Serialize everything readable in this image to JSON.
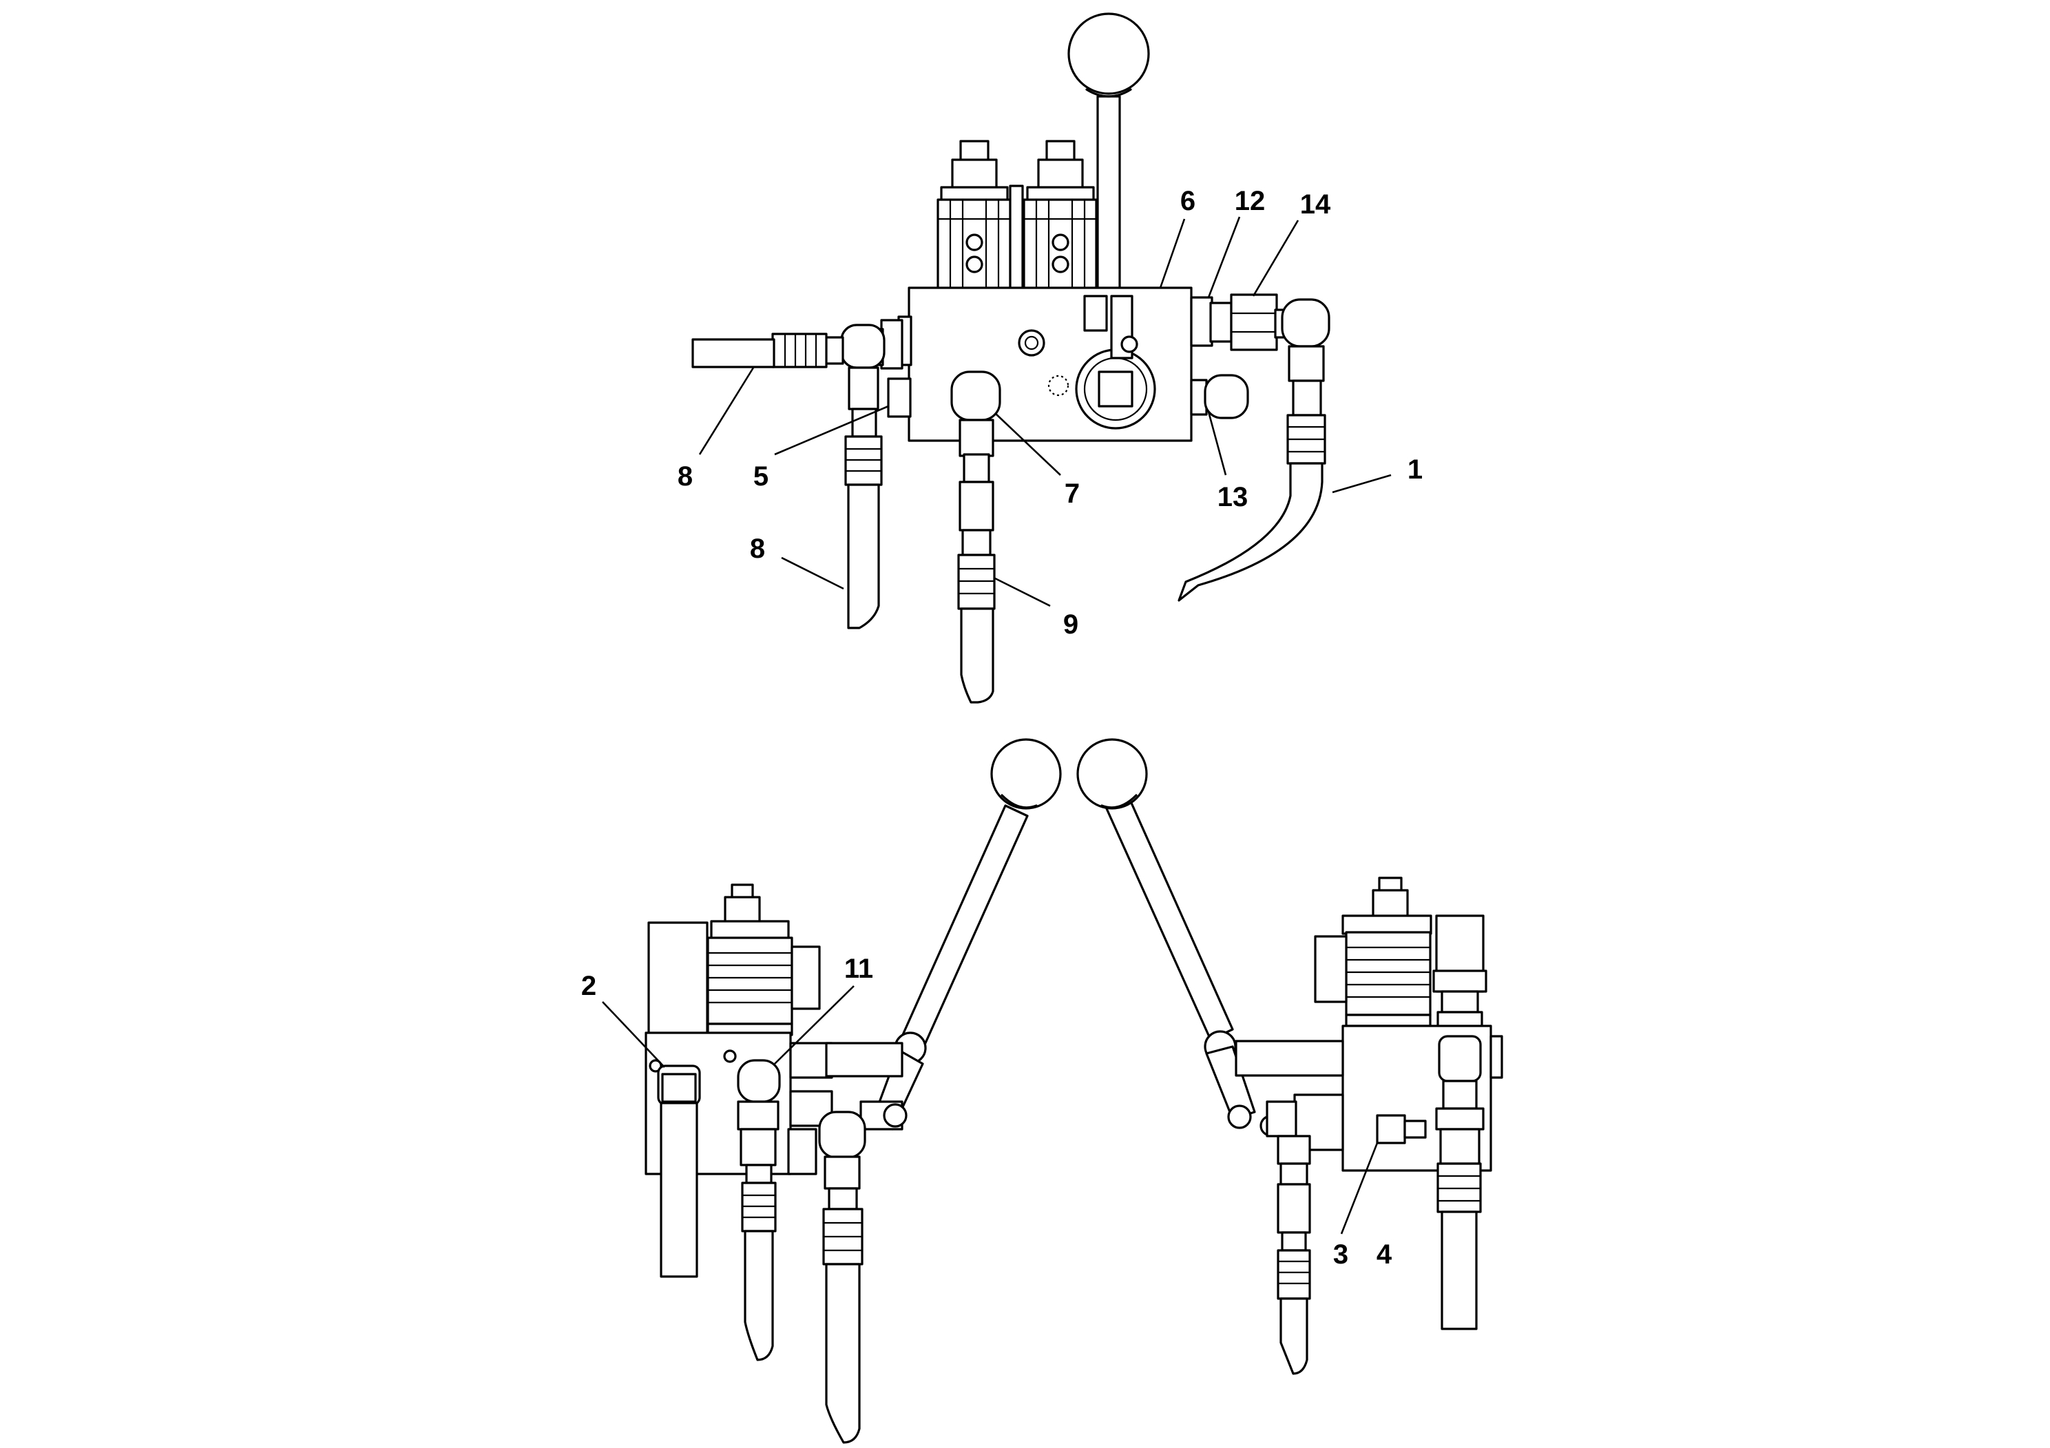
{
  "callouts": {
    "c1": "1",
    "c2": "2",
    "c3": "3",
    "c4": "4",
    "c5": "5",
    "c6": "6",
    "c7": "7",
    "c8a": "8",
    "c8b": "8",
    "c9": "9",
    "c11": "11",
    "c12": "12",
    "c13": "13",
    "c14": "14"
  },
  "colors": {
    "line": "#000000",
    "background": "#ffffff"
  }
}
